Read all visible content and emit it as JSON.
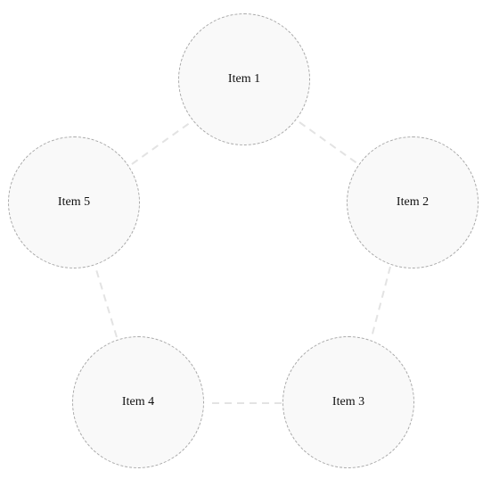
{
  "diagram": {
    "type": "cycle",
    "items": [
      {
        "label": "Item 1"
      },
      {
        "label": "Item 2"
      },
      {
        "label": "Item 3"
      },
      {
        "label": "Item 4"
      },
      {
        "label": "Item 5"
      }
    ],
    "connections": [
      [
        "Item 1",
        "Item 2"
      ],
      [
        "Item 2",
        "Item 3"
      ],
      [
        "Item 3",
        "Item 4"
      ],
      [
        "Item 4",
        "Item 5"
      ],
      [
        "Item 5",
        "Item 1"
      ]
    ],
    "colors": {
      "node_fill": "#f9f9f9",
      "node_border": "#a8a8a8",
      "connector": "#e3e3e3",
      "text": "#111111"
    }
  }
}
